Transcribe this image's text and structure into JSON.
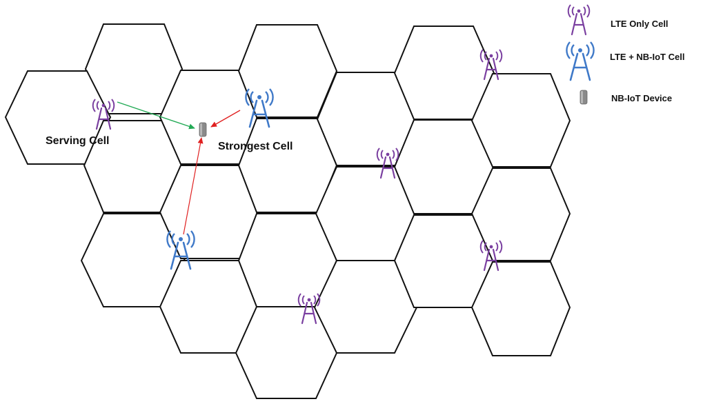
{
  "labels": {
    "serving_cell": "Serving Cell",
    "strongest_cell": "Strongest Cell"
  },
  "legend": {
    "lte_only": "LTE Only Cell",
    "lte_nbiot": "LTE + NB-IoT Cell",
    "device": "NB-IoT Device"
  },
  "colors": {
    "lte_only": "#7a3fa0",
    "lte_nbiot": "#3f79c8",
    "device": "#8a8a8a",
    "serving_arrow": "#22aa55",
    "interference_arrow": "#e02020",
    "hex_stroke": "#111111"
  },
  "icons": {
    "lte_only": "purple-antenna-tower-icon",
    "lte_nbiot": "blue-antenna-tower-icon",
    "device": "device-cylinder-icon"
  }
}
